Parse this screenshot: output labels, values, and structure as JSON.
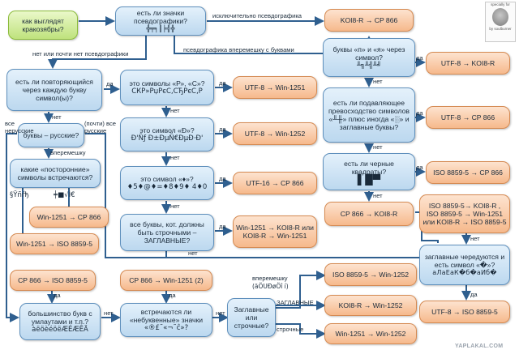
{
  "logo": {
    "top_text": "specially for",
    "bottom_text": "by soulburner"
  },
  "watermark": "YAPLAKAL.COM",
  "nodes": {
    "start": "как выглядят кракозябры?",
    "q_pseudo": "есть ли значки псевдографики?",
    "q_pseudo_glyphs": "╬╤╕║╞╣╬",
    "koi_cp": "KOI8-R → CP 866",
    "q_pn": "буквы «п» и «я» через символ?",
    "q_pn_glyphs": "╨╗╨╣╨╝",
    "utf_koi": "UTF-8 → KOI8-R",
    "q_dominate": "есть ли подавляющее превосходство символов «╨╫» плюс иногда «░» и заглавные буквы?",
    "utf_cp866": "UTF-8 → CP 866",
    "q_black": "есть ли черные квадраты?",
    "q_black_glyphs": "▌█▀",
    "iso_cp866": "ISO 8859-5 → CP 866",
    "cp866_koi": "CP 866 → KOI8-R",
    "iso_multi": "ISO 8859-5→ KOI8-R , ISO 8859-5 → Win-1251 или KOI8-R → ISO 8859-5",
    "q_interleave": "заглавные чередуются и есть символ «�»?",
    "q_interleave_glyphs": "аЛаЕаК�б�аИб�",
    "utf_iso": "UTF-8 → ISO 8859-5",
    "q_repeat": "есть ли повторяющийся через каждую букву символ(ы)?",
    "q_rs": "это символы «Р», «С»?",
    "q_rs_glyphs": "СКР»РџРєС‚СЂРєС‚Р",
    "utf_win1251": "UTF-8 → Win-1251",
    "q_d": "это символ «Ð»?",
    "q_d_glyphs": "Ð'Ñƒ Ð±ÐµÑ€ÐµÐ·Ð'",
    "utf_win1252": "UTF-8 → Win-1252",
    "q_diamond": "это символ «♦»?",
    "q_diamond_glyphs": "♦5♦@♦=♦8♦9♦ 4♦0",
    "utf16_cp866": "UTF-16 → CP 866",
    "q_upper": "все буквы, кот. должны быть строчными – ЗАГЛАВНЫЕ?",
    "upper_answer": "Win-1251 → KOI8-R или KOI8-R → Win-1251",
    "q_russian": "буквы – русские?",
    "q_foreign": "какие «посторонние» символы встречаются?",
    "foreign_sample_1": "§Ÿñŕђ",
    "foreign_sample_2": "╪■√Ì€",
    "win_cp866": "Win-1251 → CP 866",
    "win_iso": "Win-1251 → ISO 8859-5",
    "cp866_iso": "CP 866 → ISO 8859-5",
    "cp866_win_2": "CP 866 → Win-1251 (2)",
    "q_umlaut": "большинство букв с умлаутами и т.п.?",
    "q_umlaut_glyphs": "àëöèéöëÆÉÆÊÄ",
    "q_unusual": "встречаются ли «небуквенные» значки",
    "q_unusual_glyphs": "«®£˜«¬˜ĉ»?",
    "q_case": "Заглавные или строчные?",
    "case_mixed_sample": "(äÖUÐøÖî í)",
    "iso_win1252": "ISO 8859-5 → Win-1252",
    "koi_win1252": "KOI8-R → Win-1252",
    "win1251_win1252": "Win-1251 → Win-1252"
  },
  "edges": {
    "only_pseudo": "исключительно псевдографика",
    "no_pseudo": "нет или почти нет псевдографики",
    "mixed_pseudo": "псевдографика вперемешку с буквами",
    "yes": "да",
    "no": "нет",
    "all_non_russian": "все нерусские",
    "almost_all_russian": "(почти) все русские",
    "mixed": "вперемешку",
    "upper": "ЗАГЛАВНЫЕ",
    "lower": "строчные"
  }
}
